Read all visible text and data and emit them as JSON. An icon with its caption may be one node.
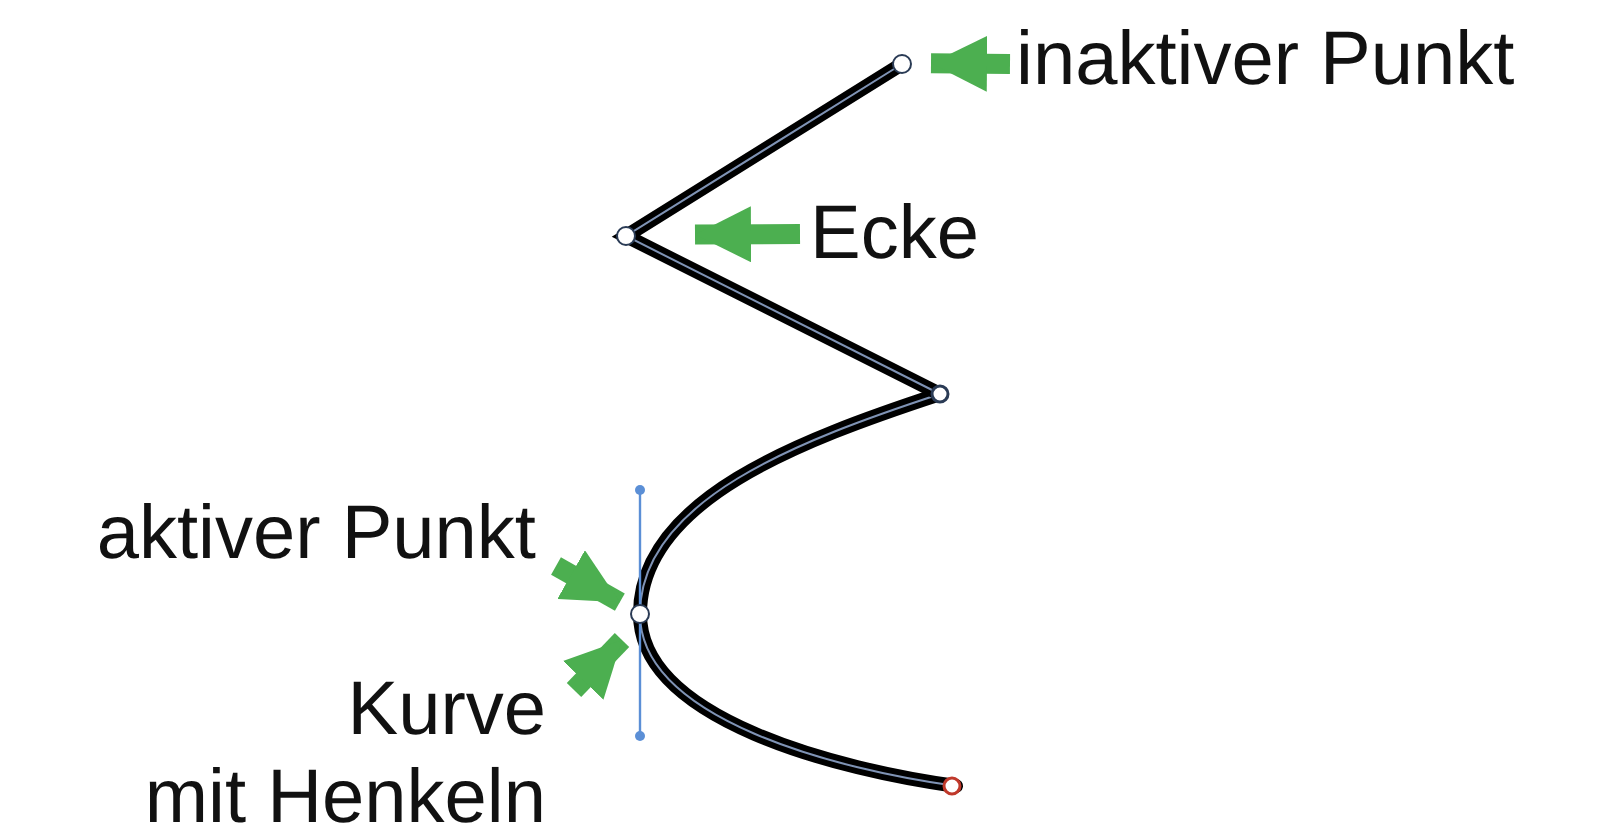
{
  "diagram": {
    "nodes": [
      {
        "text": [
          "inaktiver Punkt"
        ]
      },
      {
        "text": [],
        "shape": "circle"
      },
      {
        "text": [
          "Ecke"
        ]
      },
      {
        "text": [],
        "shape": "circle"
      },
      {
        "text": [
          "aktiver Punkt"
        ]
      },
      {
        "text": [],
        "shape": "circle"
      },
      {
        "text": [
          "Kurve mit Henkeln"
        ]
      },
      {
        "text": [],
        "shape": "curve"
      }
    ],
    "edges": [
      {
        "from": 0,
        "to": 1,
        "arrow": "to"
      },
      {
        "from": 2,
        "to": 3,
        "arrow": "to"
      },
      {
        "from": 4,
        "to": 5,
        "arrow": "to"
      },
      {
        "from": 6,
        "to": 7,
        "arrow": "to"
      }
    ]
  }
}
